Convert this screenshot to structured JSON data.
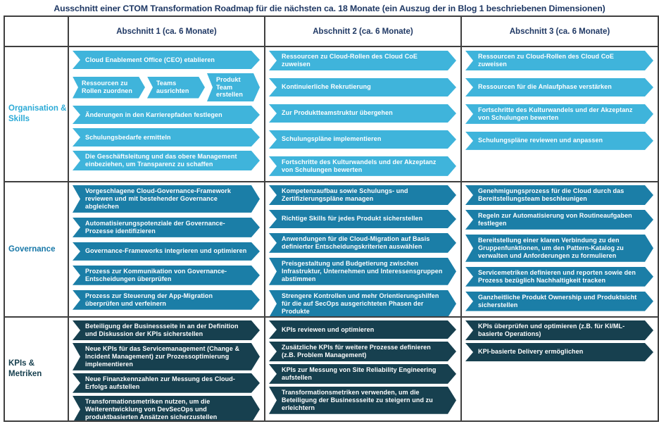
{
  "title": "Ausschnitt einer CTOM Transformation Roadmap für die nächsten ca. 18 Monate (ein Auszug der in Blog 1 beschriebenen Dimensionen)",
  "colors": {
    "title_text": "#1F3864",
    "header_text": "#1F3864",
    "border": "#3F3F3F",
    "arrow_text": "#FFFFFF",
    "row1_arrow": "#3FB4DB",
    "row2_arrow": "#1B7EA7",
    "row3_arrow": "#17404F",
    "row1_label": "#2BAAD6",
    "row2_label": "#1878A8",
    "row3_label": "#17404F"
  },
  "table": {
    "columns": [
      "Abschnitt 1 (ca. 6 Monate)",
      "Abschnitt 2 (ca. 6 Monate)",
      "Abschnitt 3 (ca. 6 Monate)"
    ],
    "rows": [
      {
        "label": "Organisation & Skills",
        "cells": [
          {
            "items": [
              "Cloud Enablement Office (CEO) etablieren",
              "Änderungen in den Karrierepfaden festlegen",
              "Schulungsbedarfe ermitteln",
              "Die Geschäftsleitung und das obere Management einbeziehen, um Transparenz zu schaffen"
            ],
            "sub_items": [
              "Ressourcen zu Rollen zuordnen",
              "Teams ausrichten",
              "Produkt Team erstellen"
            ]
          },
          {
            "items": [
              "Ressourcen zu Cloud-Rollen des Cloud CoE zuweisen",
              "Kontinuierliche Rekrutierung",
              "Zur Produktteamstruktur übergehen",
              "Schulungspläne implementieren",
              "Fortschritte des Kulturwandels und der Akzeptanz von Schulungen bewerten"
            ]
          },
          {
            "items": [
              "Ressourcen zu Cloud-Rollen des Cloud CoE zuweisen",
              "Ressourcen für die Anlaufphase verstärken",
              "Fortschritte des Kulturwandels und der Akzeptanz von Schulungen bewerten",
              "Schulungspläne reviewen und anpassen"
            ]
          }
        ]
      },
      {
        "label": "Governance",
        "cells": [
          {
            "items": [
              "Vorgeschlagene Cloud-Governance-Framework reviewen und mit bestehender Governance abgleichen",
              "Automatisierungspotenziale der Governance-Prozesse identifizieren",
              "Governance-Frameworks integrieren und optimieren",
              "Prozess zur Kommunikation von Governance-Entscheidungen überprüfen",
              "Prozess zur Steuerung der App-Migration überprüfen und verfeinern"
            ]
          },
          {
            "items": [
              "Kompetenzaufbau sowie Schulungs- und Zertifizierungspläne managen",
              "Richtige Skills für jedes Produkt sicherstellen",
              "Anwendungen für die Cloud-Migration auf Basis definierter Entscheidungskriterien auswählen",
              "Preisgestaltung und Budgetierung zwischen Infrastruktur, Unternehmen und Interessensgruppen abstimmen",
              "Strengere Kontrollen und mehr Orientierungshilfen für die auf SecOps ausgerichteten Phasen der Produkte"
            ]
          },
          {
            "items": [
              "Genehmigungsprozess für die Cloud durch das Bereitstellungsteam beschleunigen",
              "Regeln zur Automatisierung von Routineaufgaben festlegen",
              "Bereitstellung einer klaren Verbindung zu den Gruppenfunktionen, um den Pattern-Katalog zu verwalten und Anforderungen zu formulieren",
              "Servicemetriken definieren und reporten sowie den Prozess bezüglich Nachhaltigkeit tracken",
              "Ganzheitliche Produkt Ownership und Produktsicht sicherstellen"
            ]
          }
        ]
      },
      {
        "label": "KPIs & Metriken",
        "cells": [
          {
            "items": [
              "Beteiligung der Businessseite in an der Definition und Diskussion der KPIs sicherstellen",
              "Neue KPIs für das Servicemanagement (Change & Incident Management) zur Prozessoptimierung implementieren",
              "Neue Finanzkennzahlen zur Messung des Cloud-Erfolgs aufstellen",
              "Transformationsmetriken nutzen, um die Weiterentwicklung von DevSecOps und produktbasierten Ansätzen sicherzustellen"
            ]
          },
          {
            "items": [
              "KPIs reviewen und optimieren",
              "Zusätzliche KPIs für weitere Prozesse definieren (z.B. Problem Management)",
              "KPIs zur Messung von Site Reliability Engineering aufstellen",
              "Transformationsmetriken verwenden, um die Beteiligung der Businessseite zu steigern und zu erleichtern"
            ]
          },
          {
            "items": [
              "KPIs überprüfen und optimieren (z.B. für KI/ML-basierte Operations)",
              "KPI-basierte Delivery ermöglichen"
            ]
          }
        ]
      }
    ]
  }
}
